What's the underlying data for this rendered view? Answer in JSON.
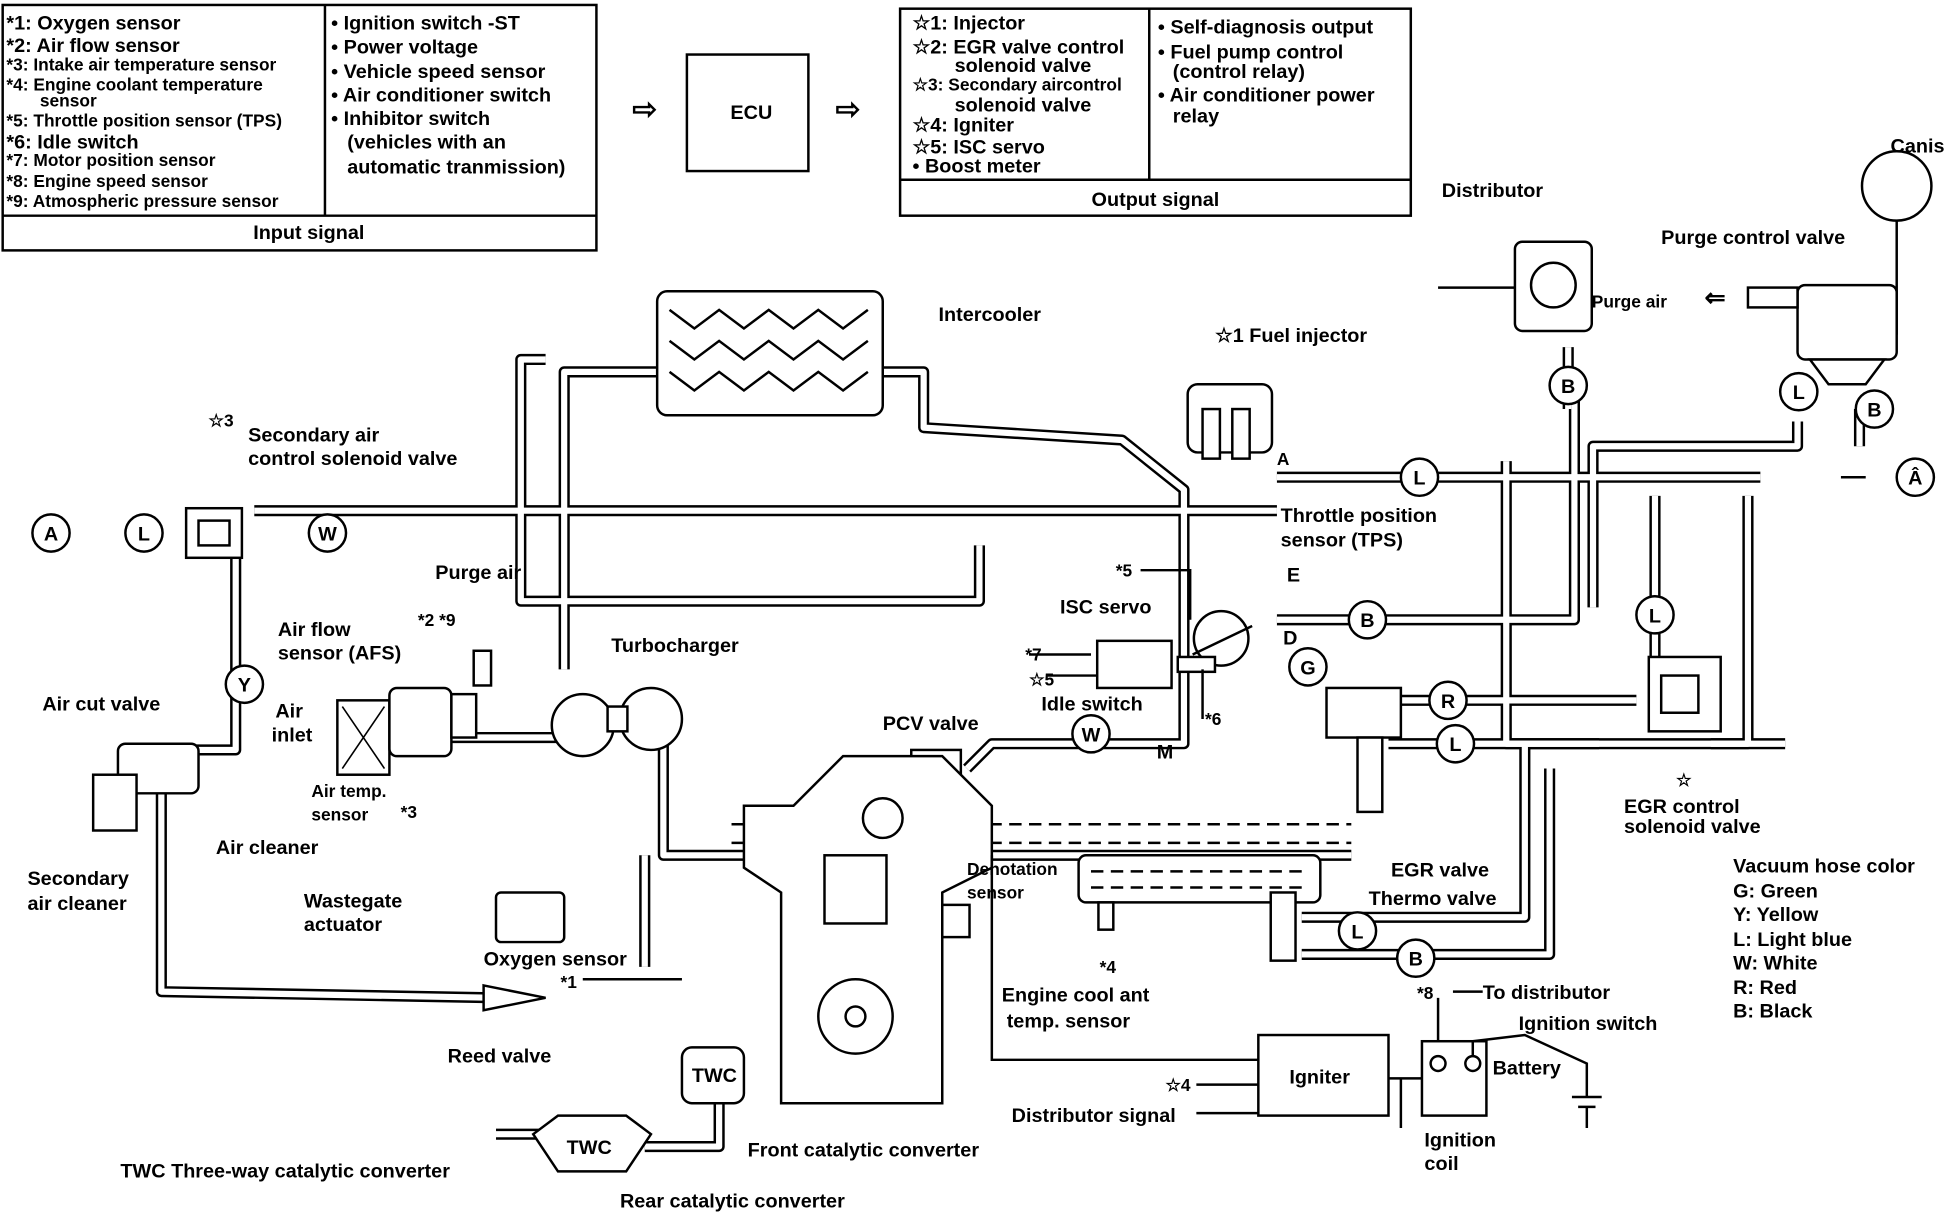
{
  "input_box": {
    "left_items": [
      "*1: Oxygen sensor",
      "*2: Air flow sensor",
      "*3: Intake air temperature sensor",
      "*4: Engine coolant temperature",
      "sensor",
      "*5: Throttle position sensor (TPS)",
      "*6: Idle switch",
      "*7: Motor position sensor",
      "*8: Engine speed sensor",
      "*9: Atmospheric pressure sensor"
    ],
    "right_items": [
      "• Ignition switch -ST",
      "• Power voltage",
      "• Vehicle speed sensor",
      "• Air conditioner switch",
      "• Inhibitor switch",
      "(vehicles with an",
      "automatic tranmission)"
    ],
    "caption": "Input signal"
  },
  "ecu": {
    "label": "ECU",
    "arrow_in": "⇨",
    "arrow_out": "⇨"
  },
  "output_box": {
    "left_items": [
      "☆1: Injector",
      "☆2: EGR valve control",
      "solenoid valve",
      "☆3: Secondary aircontrol",
      "solenoid valve",
      "☆4: Igniter",
      "☆5: ISC servo",
      "• Boost meter"
    ],
    "right_items": [
      "• Self-diagnosis output",
      "• Fuel pump control",
      "(control relay)",
      "• Air conditioner power",
      "relay"
    ],
    "caption": "Output signal"
  },
  "labels": {
    "intercooler": "Intercooler",
    "fuel_injector": "☆1 Fuel injector",
    "distributor": "Distributor",
    "canister": "Canister",
    "purge_control_valve": "Purge control valve",
    "purge_air_right": "Purge air",
    "sec_air_star": "☆3",
    "sec_air_1": "Secondary air",
    "sec_air_2": "control solenoid valve",
    "purge_air_left": "Purge air",
    "afs_1": "Air flow",
    "afs_2": "sensor (AFS)",
    "afs_ref": "*2 *9",
    "turbocharger": "Turbocharger",
    "air_cut_valve": "Air cut valve",
    "air_inlet_1": "Air",
    "air_inlet_2": "inlet",
    "air_temp_1": "Air temp.",
    "air_temp_2": "sensor",
    "air_temp_ref": "*3",
    "air_cleaner": "Air cleaner",
    "sec_cleaner_1": "Secondary",
    "sec_cleaner_2": "air cleaner",
    "wastegate_1": "Wastegate",
    "wastegate_2": "actuator",
    "oxygen_sensor": "Oxygen sensor",
    "oxygen_ref": "*1",
    "reed_valve": "Reed valve",
    "twc_front": "TWC",
    "twc_rear": "TWC",
    "front_cat": "Front catalytic converter",
    "twc_note": "TWC Three-way catalytic converter",
    "rear_cat": "Rear catalytic converter",
    "pcv_valve": "PCV valve",
    "denotation_1": "Denotation",
    "denotation_2": "sensor",
    "coolant_1": "Engine cool ant",
    "coolant_2": "temp. sensor",
    "coolant_ref": "*4",
    "tps_1": "Throttle position",
    "tps_2": "sensor (TPS)",
    "tps_ref": "*5",
    "isc_servo": "ISC servo",
    "port_e": "E",
    "port_d": "D",
    "port_a": "A",
    "port_m": "M",
    "isc_ref7": "*7",
    "isc_ref5": "☆5",
    "idle_switch": "Idle switch",
    "idle_ref": "*6",
    "egr_valve": "EGR valve",
    "thermo_valve": "Thermo valve",
    "egr_sol_star": "☆",
    "egr_sol_1": "EGR control",
    "egr_sol_2": "solenoid valve",
    "dist_ref": "*8",
    "to_distributor": "To distributor",
    "ignition_switch": "Ignition switch",
    "battery": "Battery",
    "coil_1": "Ignition",
    "coil_2": "coil",
    "igniter": "Igniter",
    "igniter_ref": "☆4",
    "distributor_signal": "Distributor signal"
  },
  "legend": {
    "title": "Vacuum hose color",
    "items": [
      "G:  Green",
      "Y:  Yellow",
      "L:   Light blue",
      "W:  White",
      "R:  Red",
      "B:  Black"
    ]
  },
  "markers": [
    "A",
    "L",
    "W",
    "Y",
    "L",
    "B",
    "B",
    "L",
    "B",
    "L",
    "G",
    "R",
    "L",
    "W",
    "L",
    "B",
    "Â"
  ]
}
